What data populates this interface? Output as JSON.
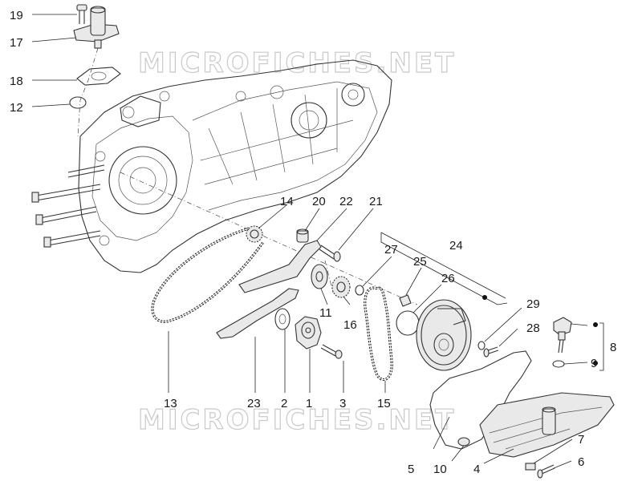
{
  "watermark": "MICROFICHES.NET",
  "labels": {
    "l1": "1",
    "l2": "2",
    "l3": "3",
    "l4": "4",
    "l5": "5",
    "l6": "6",
    "l7": "7",
    "l8": "8",
    "l9": "9",
    "l10": "10",
    "l11": "11",
    "l12": "12",
    "l13": "13",
    "l14": "14",
    "l15": "15",
    "l16": "16",
    "l17": "17",
    "l18": "18",
    "l19": "19",
    "l20": "20",
    "l21": "21",
    "l22": "22",
    "l23": "23",
    "l24": "24",
    "l25": "25",
    "l26": "26",
    "l27": "27",
    "l28": "28",
    "l29": "29"
  }
}
